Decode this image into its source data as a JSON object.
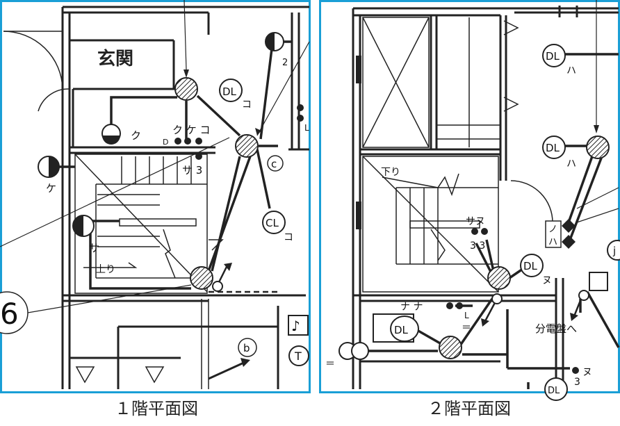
{
  "panels": [
    {
      "caption": "１階平面図",
      "room_label": "玄関",
      "stair_label": "上り"
    },
    {
      "caption": "２階平面図",
      "stair_label": "下り",
      "panel_label": "分電盤へ"
    }
  ],
  "floor1": {
    "switch_2": "2",
    "dl_text": "DL",
    "dl_sub": "コ",
    "bracket_k": "ク",
    "switch_group": "ク ケ コ",
    "d_prefix": "D",
    "ke_label": "ケ",
    "sa3": "サ 3",
    "outlet_c": "c",
    "cl_text": "CL",
    "cl_sub": "コ",
    "sa_left": "サ",
    "grid_mark": "6",
    "outlet_b": "b",
    "tel": "T",
    "note": "♪",
    "edge_l": "L"
  },
  "floor2": {
    "dl1": "DL",
    "dl1_sub": "ハ",
    "dl2": "DL",
    "dl2_sub": "ハ",
    "noha1": "ノ",
    "noha2": "ハ",
    "sanu": "サヌ",
    "sanu_nums": "3  3",
    "dl3": "DL",
    "dl3_sub": "ヌ",
    "nana": "ナ  ナ",
    "l_mark": "L",
    "eq_mark": "＝",
    "dl4": "DL",
    "eq_left": "＝",
    "j_mark": "j",
    "nu3": "ヌ",
    "nu3_num": "3",
    "dl5": "DL"
  }
}
